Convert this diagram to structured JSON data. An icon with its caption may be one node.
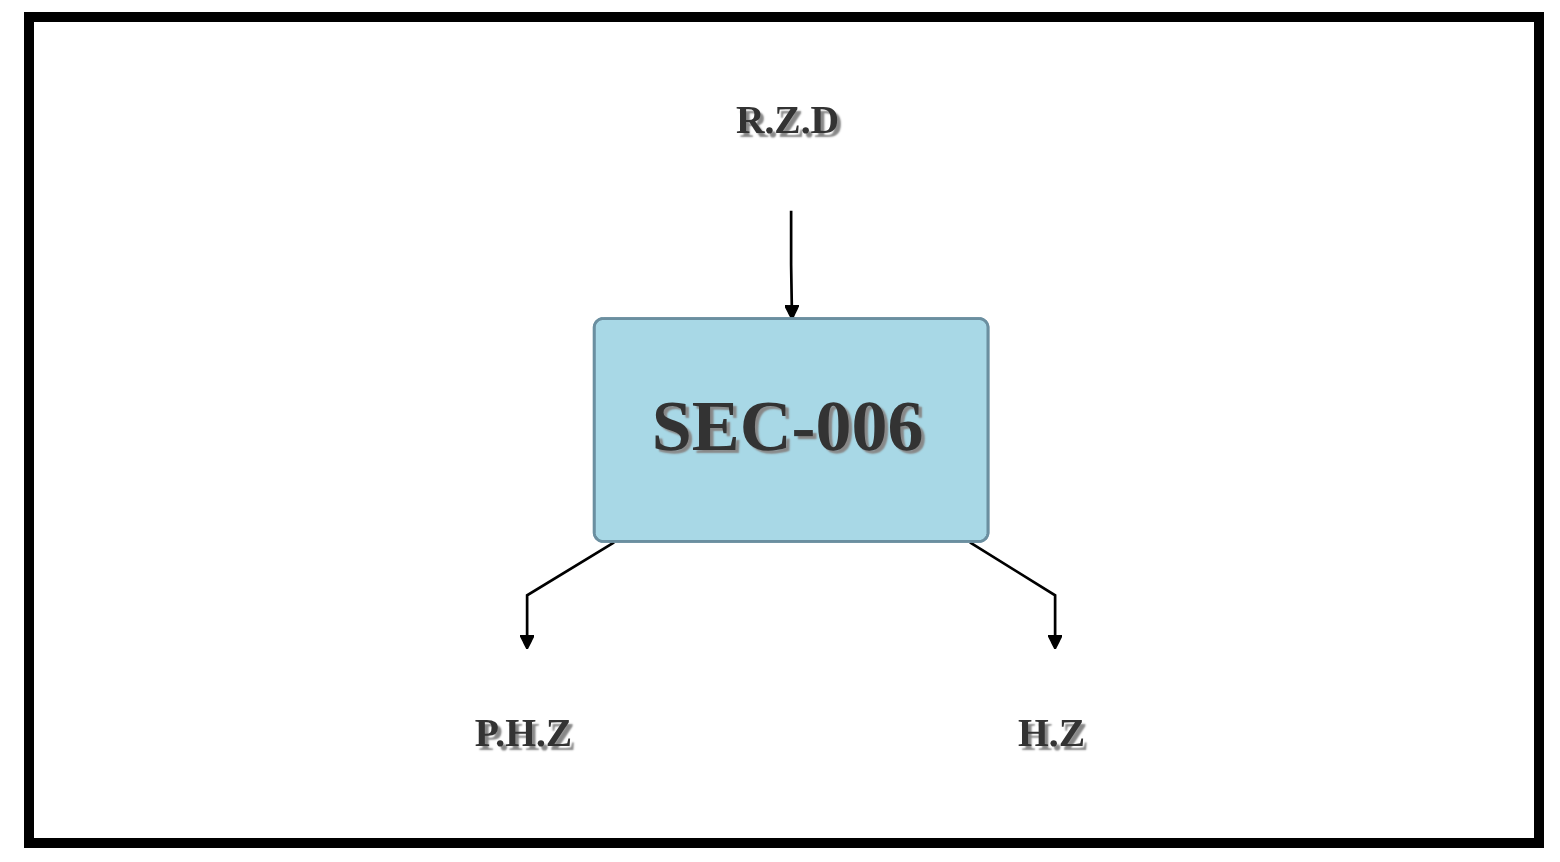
{
  "diagram": {
    "nodes": [
      {
        "text": [
          "R.Z.D"
        ]
      },
      {
        "text": [
          "SEC-006"
        ]
      },
      {
        "text": [
          "P.H.Z"
        ]
      },
      {
        "text": [
          "H.Z"
        ]
      }
    ],
    "edges": [
      {
        "from": 0,
        "to": 1,
        "arrow": "to"
      },
      {
        "from": 1,
        "to": 2,
        "arrow": "to"
      },
      {
        "from": 1,
        "to": 3,
        "arrow": "to"
      }
    ]
  }
}
